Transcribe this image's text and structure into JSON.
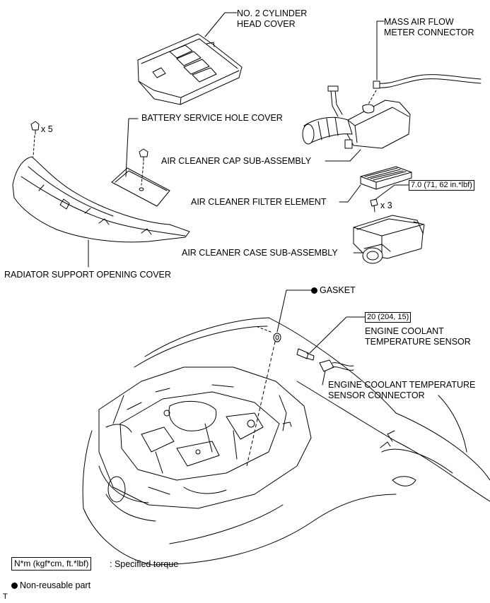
{
  "labels": {
    "cylinder_head_cover_1": "NO. 2 CYLINDER",
    "cylinder_head_cover_2": "HEAD COVER",
    "maf_connector_1": "MASS AIR FLOW",
    "maf_connector_2": "METER CONNECTOR",
    "battery_cover": "BATTERY SERVICE HOLE COVER",
    "clip_qty": "x 5",
    "cap_sub": "AIR CLEANER CAP SUB-ASSEMBLY",
    "filter": "AIR CLEANER FILTER ELEMENT",
    "bolt_qty": "x 3",
    "case_sub": "AIR CLEANER CASE SUB-ASSEMBLY",
    "radiator_cover": "RADIATOR SUPPORT OPENING COVER",
    "gasket": "GASKET",
    "ect_sensor_1": "ENGINE COOLANT",
    "ect_sensor_2": "TEMPERATURE SENSOR",
    "ect_connector_1": "ENGINE COOLANT TEMPERATURE",
    "ect_connector_2": "SENSOR CONNECTOR"
  },
  "torques": {
    "case_bolt": "7.0 (71, 62 in.*lbf)",
    "sensor": "20 (204, 15)"
  },
  "legend": {
    "torque_units": "N*m (kgf*cm, ft.*lbf)",
    "torque_desc": ": Specified torque",
    "non_reusable": "Non-reusable part"
  },
  "corner_mark": "T"
}
